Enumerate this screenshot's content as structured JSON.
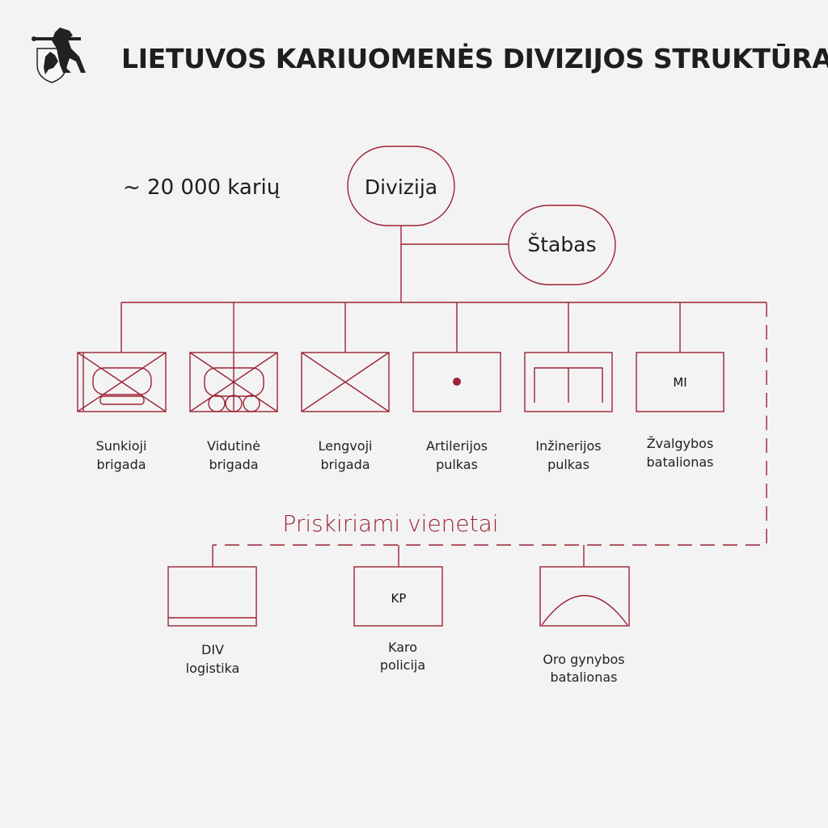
{
  "title": "LIETUVOS KARIUOMENĖS DIVIZIJOS STRUKTŪRA",
  "strength": "~ 20 000 karių",
  "root_node": "Divizija",
  "staff_node": "Štabas",
  "units": [
    {
      "line1": "Sunkioji",
      "line2": "brigada",
      "icon": "heavy-brigade-symbol"
    },
    {
      "line1": "Vidutinė",
      "line2": "brigada",
      "icon": "medium-brigade-symbol"
    },
    {
      "line1": "Lengvoji",
      "line2": "brigada",
      "icon": "light-brigade-symbol"
    },
    {
      "line1": "Artilerijos",
      "line2": "pulkas",
      "icon": "artillery-symbol"
    },
    {
      "line1": "Inžinerijos",
      "line2": "pulkas",
      "icon": "engineer-symbol"
    },
    {
      "line1": "Žvalgybos",
      "line2": "batalionas",
      "icon": "recon-symbol",
      "code": "MI"
    }
  ],
  "attached_title": "Priskiriami vienetai",
  "attached": [
    {
      "line1": "DIV",
      "line2": "logistika",
      "icon": "logistics-symbol"
    },
    {
      "line1": "Karo",
      "line2": "policija",
      "icon": "military-police-symbol",
      "code": "KP"
    },
    {
      "line1": "Oro gynybos",
      "line2": "batalionas",
      "icon": "air-defense-symbol"
    }
  ],
  "colors": {
    "accent": "#9b2335",
    "background": "#f3f3f3",
    "text": "#1e1e1e"
  }
}
